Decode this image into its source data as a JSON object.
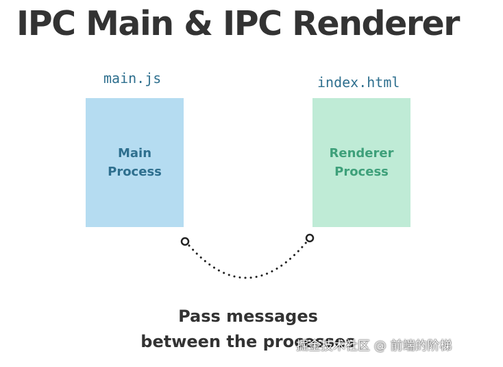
{
  "title": "IPC Main & IPC Renderer",
  "main_box": {
    "file_label": "main.js",
    "label": "Main\nProcess"
  },
  "renderer_box": {
    "file_label": "index.html",
    "label": "Renderer\nProcess"
  },
  "caption": "Pass messages\nbetween the processes",
  "watermark": "掘金技术社区 @ 前端的阶梯",
  "colors": {
    "main_box_fill": "#b5dcf1",
    "main_text": "#2e6f8e",
    "renderer_box_fill": "#bfebd6",
    "renderer_text": "#3ea07a",
    "title_text": "#333333"
  }
}
